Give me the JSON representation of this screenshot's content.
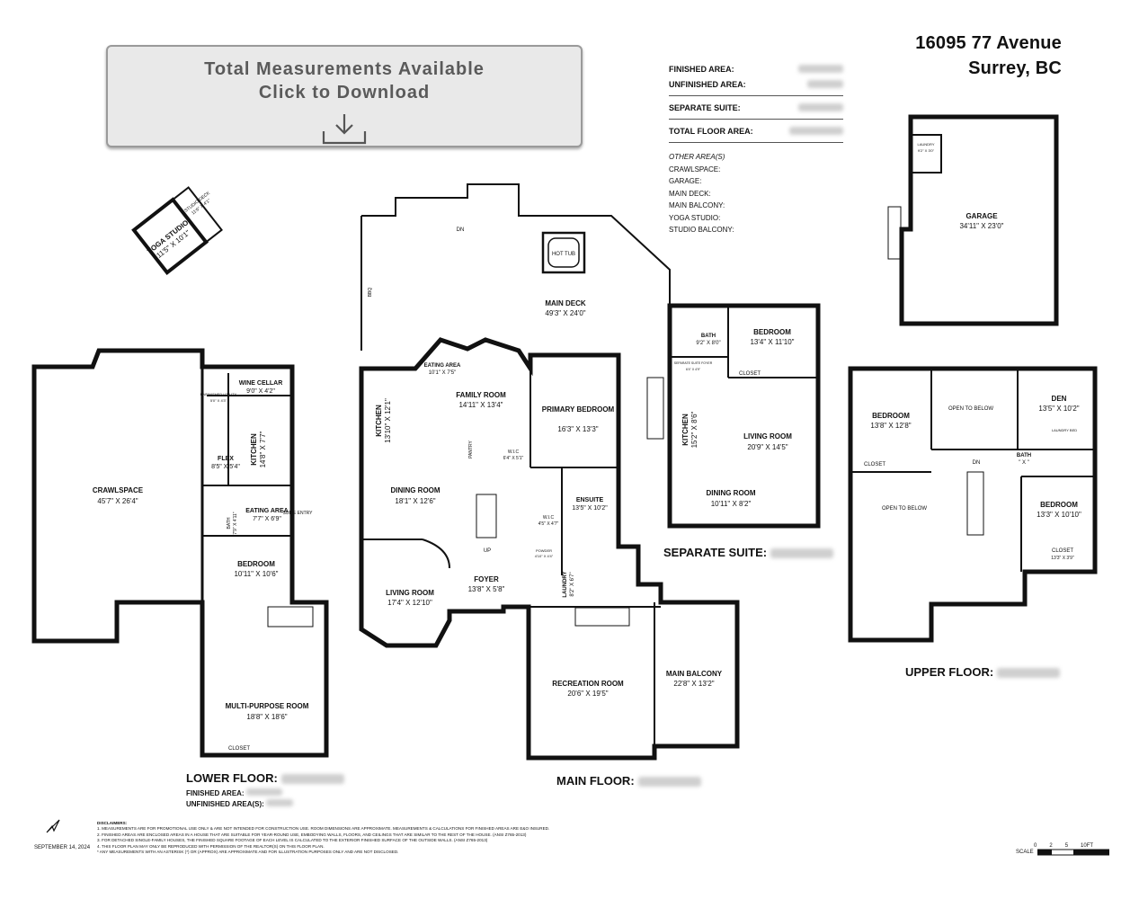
{
  "header": {
    "address_line1": "16095 77 Avenue",
    "address_line2": "Surrey,  BC"
  },
  "download": {
    "line1": "Total Measurements Available",
    "line2": "Click to Download",
    "icon": "download-icon"
  },
  "areas": {
    "finished": "FINISHED AREA:",
    "unfinished": "UNFINISHED AREA:",
    "separate_suite": "SEPARATE SUITE:",
    "total": "TOTAL FLOOR AREA:",
    "other_title": "OTHER AREA(S)",
    "other_items": [
      "CRAWLSPACE:",
      "GARAGE:",
      "MAIN DECK:",
      "MAIN BALCONY:",
      "YOGA STUDIO:",
      "STUDIO BALCONY:"
    ]
  },
  "floors": {
    "lower": {
      "title": "LOWER FLOOR:",
      "finished": "FINISHED AREA:",
      "unfinished": "UNFINISHED AREA(S):"
    },
    "main": {
      "title": "MAIN FLOOR:"
    },
    "upper": {
      "title": "UPPER FLOOR:"
    },
    "suite": {
      "title": "SEPARATE SUITE:"
    }
  },
  "rooms": {
    "yoga_studio": {
      "name": "YOGA STUDIO",
      "dim": "11'5\" X 10'1\""
    },
    "studio_deck": {
      "name": "STUDIO DECK",
      "dim": "11'6\" X 4'1\""
    },
    "crawlspace": {
      "name": "CRAWLSPACE",
      "dim": "45'7\" X 26'4\""
    },
    "wine_cellar": {
      "name": "WINE CELLAR",
      "dim": "9'0\" X 4'2\""
    },
    "unfinished_utility": {
      "name": "UNFINISHED UTILITY",
      "dim": "5'0\" X 4'3\""
    },
    "lower_kitchen": {
      "name": "KITCHEN",
      "dim": "14'8\" X 7'7\""
    },
    "flex": {
      "name": "FLEX",
      "dim": "8'5\" X 5'4\""
    },
    "lower_bath": {
      "name": "BATH",
      "dim": "7'9\" X 4'11\""
    },
    "lower_eating": {
      "name": "EATING AREA",
      "dim": "7'7\" X 6'9\""
    },
    "suite_entry": {
      "name": "SUITE ENTRY"
    },
    "lower_bedroom": {
      "name": "BEDROOM",
      "dim": "10'11\" X 10'6\""
    },
    "multi_purpose": {
      "name": "MULTI-PURPOSE ROOM",
      "dim": "18'8\" X 18'6\""
    },
    "main_deck": {
      "name": "MAIN DECK",
      "dim": "49'3\" X 24'0\""
    },
    "hot_tub": {
      "name": "HOT TUB"
    },
    "bbq": {
      "name": "BBQ"
    },
    "main_eating": {
      "name": "EATING AREA",
      "dim": "10'1\" X 7'5\""
    },
    "family_room": {
      "name": "FAMILY ROOM",
      "dim": "14'11\" X 13'4\""
    },
    "main_kitchen": {
      "name": "KITCHEN",
      "dim": "13'10\" X 12'1\""
    },
    "pantry": {
      "name": "PANTRY"
    },
    "dining_room": {
      "name": "DINING ROOM",
      "dim": "18'1\" X 12'6\""
    },
    "primary_bedroom": {
      "name": "PRIMARY BEDROOM",
      "dim": "16'3\" X 13'3\""
    },
    "wic1": {
      "name": "W.I.C",
      "dim": "6'4\" X 5'1\""
    },
    "ensuite": {
      "name": "ENSUITE",
      "dim": "13'5\" X 10'2\""
    },
    "wic2": {
      "name": "W.I.C",
      "dim": "4'5\" X 4'7\""
    },
    "powder": {
      "name": "POWDER",
      "dim": "4'10\" X 4'4\""
    },
    "living_room": {
      "name": "LIVING ROOM",
      "dim": "17'4\" X 12'10\""
    },
    "foyer": {
      "name": "FOYER",
      "dim": "13'8\" X 5'8\""
    },
    "laundry": {
      "name": "LAUNDRY",
      "dim": "8'2\" X 6'7\""
    },
    "recreation": {
      "name": "RECREATION ROOM",
      "dim": "20'6\" X 19'5\""
    },
    "main_balcony": {
      "name": "MAIN BALCONY",
      "dim": "22'8\" X 13'2\""
    },
    "suite_bath": {
      "name": "BATH",
      "dim": "9'2\" X 8'0\""
    },
    "suite_bedroom": {
      "name": "BEDROOM",
      "dim": "13'4\" X 11'10\""
    },
    "suite_foyer": {
      "name": "SEPARATE SUITE FOYER",
      "dim": "6'4\" X 4'9\""
    },
    "suite_kitchen": {
      "name": "KITCHEN",
      "dim": "15'2\" X 8'6\""
    },
    "suite_living": {
      "name": "LIVING ROOM",
      "dim": "20'9\" X 14'5\""
    },
    "suite_dining": {
      "name": "DINING ROOM",
      "dim": "10'11\" X 8'2\""
    },
    "garage": {
      "name": "GARAGE",
      "dim": "34'11\" X 23'0\""
    },
    "garage_laundry": {
      "name": "LAUNDRY",
      "dim": "9'2\" X 3'0\""
    },
    "upper_bed1": {
      "name": "BEDROOM",
      "dim": "13'8\" X 12'8\""
    },
    "open_below1": {
      "name": "OPEN TO BELOW"
    },
    "den": {
      "name": "DEN",
      "dim": "13'5\" X 10'2\""
    },
    "laundry_bed": {
      "name": "LAUNDRY BED"
    },
    "upper_bath": {
      "name": "BATH",
      "dim": "\" X \""
    },
    "open_below2": {
      "name": "OPEN TO BELOW"
    },
    "upper_bed2": {
      "name": "BEDROOM",
      "dim": "13'3\" X 10'10\""
    },
    "upper_closet": {
      "name": "CLOSET",
      "dim": "13'3\" X 3'9\""
    }
  },
  "labels": {
    "closet": "CLOSET",
    "dn": "DN",
    "up": "UP"
  },
  "footer": {
    "date": "SEPTEMBER 14, 2024",
    "disclaimer_title": "DISCLAIMERS:",
    "disclaimers": [
      "1. MEASUREMENTS ARE FOR PROMOTIONAL USE ONLY & ARE NOT INTENDED FOR CONSTRUCTION USE. ROOM DIMENSIONS ARE APPROXIMATE. MEASUREMENTS & CALCULATIONS FOR FINISHED AREAS ARE E&O INSURED.",
      "2. FINISHED AREAS ARE ENCLOSED AREAS IN A HOUSE THAT ARE SUITABLE FOR YEAR-ROUND USE, EMBODYING WALLS, FLOORS, AND CEILINGS THAT ARE SIMILAR TO THE REST OF THE HOUSE. (ANSI Z765-2013)",
      "3. FOR DETACHED SINGLE-FAMILY HOUSES, THE FINISHED SQUARE FOOTAGE OF EACH LEVEL IS CALCULATED TO THE EXTERIOR FINISHED SURFACE OF THE OUTSIDE WALLS. (ANSI Z765-2013)",
      "4. THIS FLOOR PLAN MAY ONLY BE REPRODUCED WITH PERMISSION OF THE REALTOR(S) ON THIS FLOOR PLAN.",
      "* ANY MEASUREMENTS WITH AN ASTERISK (*) OR (APPROX) ARE APPROXIMATE AND FOR ILLUSTRATION PURPOSES ONLY AND ARE NOT DISCLOSED."
    ],
    "scale_label": "SCALE",
    "scale_ticks": [
      "0",
      "2",
      "5",
      "10FT"
    ]
  }
}
